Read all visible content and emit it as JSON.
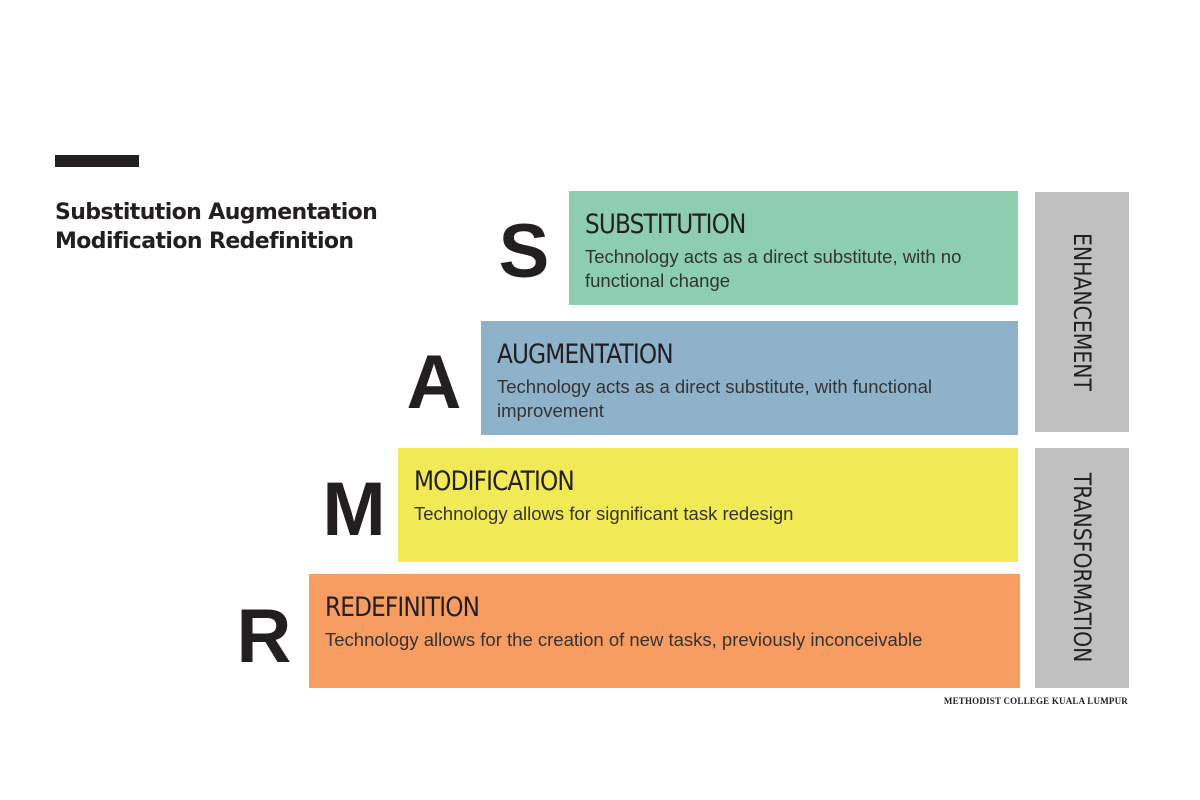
{
  "title": {
    "line1": "Substitution Augmentation",
    "line2": "Modification Redefinition"
  },
  "levels": [
    {
      "letter": "S",
      "heading": "SUBSTITUTION",
      "description": "Technology acts as a direct substitute, with no functional change",
      "color": "#8dcdb0"
    },
    {
      "letter": "A",
      "heading": "AUGMENTATION",
      "description": "Technology acts as a direct substitute, with functional improvement",
      "color": "#8fb2cb"
    },
    {
      "letter": "M",
      "heading": "MODIFICATION",
      "description": "Technology allows for significant task redesign",
      "color": "#f1ea56"
    },
    {
      "letter": "R",
      "heading": "REDEFINITION",
      "description": "Technology allows for the creation of new tasks, previously inconceivable",
      "color": "#f89d61"
    }
  ],
  "groups": [
    {
      "label": "ENHANCEMENT",
      "color": "#c0c0c0"
    },
    {
      "label": "TRANSFORMATION",
      "color": "#c0c0c0"
    }
  ],
  "credit": "METHODIST COLLEGE KUALA LUMPUR"
}
